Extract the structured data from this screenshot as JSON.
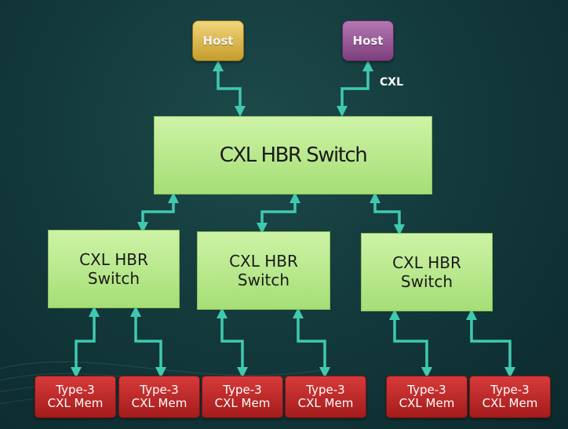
{
  "hosts": [
    {
      "label": "Host",
      "color": "#d8b44a"
    },
    {
      "label": "Host",
      "color": "#9a5a98"
    }
  ],
  "link_label": "CXL",
  "main_switch": {
    "label": "CXL HBR Switch",
    "color": "#b9ea8c"
  },
  "sub_switches": [
    {
      "label": "CXL HBR\nSwitch"
    },
    {
      "label": "CXL HBR\nSwitch"
    },
    {
      "label": "CXL HBR\nSwitch"
    }
  ],
  "memory_devices": [
    {
      "label": "Type-3\nCXL Mem"
    },
    {
      "label": "Type-3\nCXL Mem"
    },
    {
      "label": "Type-3\nCXL Mem"
    },
    {
      "label": "Type-3\nCXL Mem"
    },
    {
      "label": "Type-3\nCXL Mem"
    },
    {
      "label": "Type-3\nCXL Mem"
    }
  ],
  "colors": {
    "link": "#3fc9b0",
    "memory": "#c42b2b",
    "background": "#143a3c"
  }
}
